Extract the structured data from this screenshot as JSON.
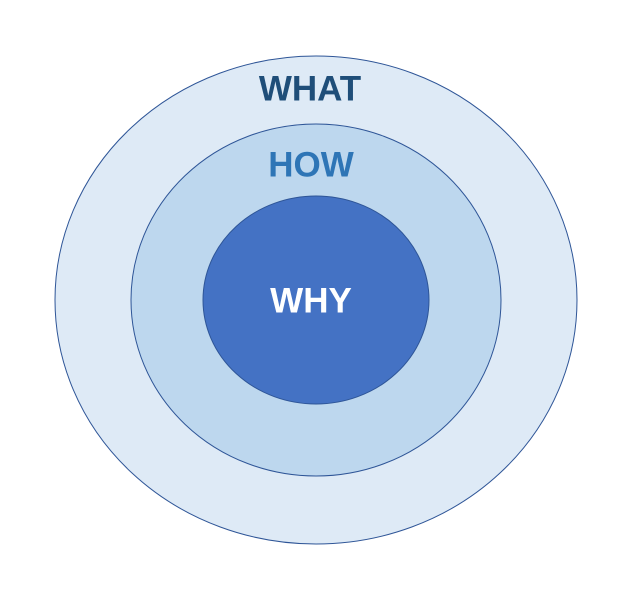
{
  "diagram": {
    "rings": [
      {
        "id": "outer",
        "label": "WHAT",
        "fill": "#deeaf6",
        "stroke": "#2e5597",
        "label_color": "#1f4e79"
      },
      {
        "id": "middle",
        "label": "HOW",
        "fill": "#bdd7ee",
        "stroke": "#2e5597",
        "label_color": "#2e75b6"
      },
      {
        "id": "inner",
        "label": "WHY",
        "fill": "#4472c4",
        "stroke": "#2e5597",
        "label_color": "#ffffff"
      }
    ]
  }
}
